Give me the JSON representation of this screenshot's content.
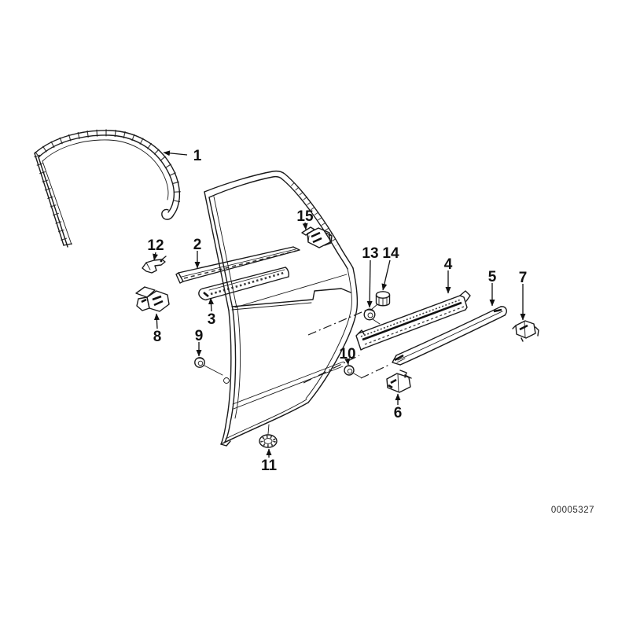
{
  "diagram": {
    "background_color": "#ffffff",
    "line_color": "#1a1a1a",
    "label_color": "#111111",
    "doc_number": "00005327",
    "callouts": [
      {
        "label": "1"
      },
      {
        "label": "2"
      },
      {
        "label": "3"
      },
      {
        "label": "4"
      },
      {
        "label": "5"
      },
      {
        "label": "6"
      },
      {
        "label": "7"
      },
      {
        "label": "8"
      },
      {
        "label": "9"
      },
      {
        "label": "10"
      },
      {
        "label": "11"
      },
      {
        "label": "12"
      },
      {
        "label": "13"
      },
      {
        "label": "14"
      },
      {
        "label": "15"
      }
    ]
  }
}
